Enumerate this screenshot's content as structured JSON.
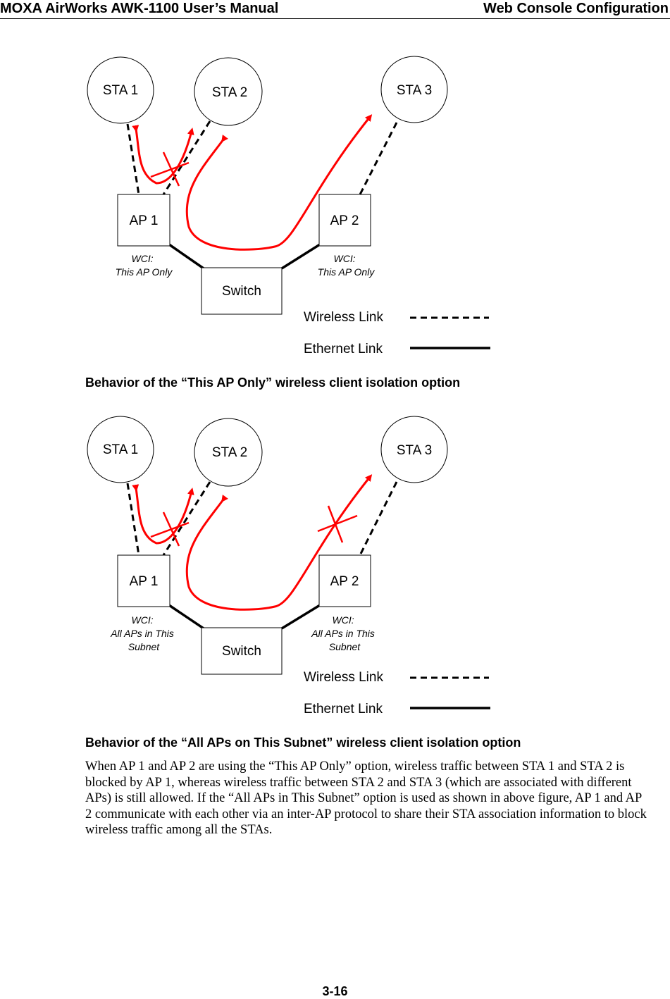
{
  "header": {
    "left": "MOXA AirWorks AWK-1100 User’s Manual",
    "right": "Web Console Configuration"
  },
  "figure1": {
    "sta1": "STA 1",
    "sta2": "STA 2",
    "sta3": "STA 3",
    "ap1": "AP 1",
    "ap2": "AP 2",
    "switch": "Switch",
    "wci_ap1": [
      "WCI:",
      "This AP Only"
    ],
    "wci_ap2": [
      "WCI:",
      "This AP Only"
    ],
    "legend_wireless": "Wireless Link",
    "legend_ethernet": "Ethernet Link",
    "caption": "Behavior of the “This AP Only” wireless client isolation option"
  },
  "figure2": {
    "sta1": "STA 1",
    "sta2": "STA 2",
    "sta3": "STA 3",
    "ap1": "AP 1",
    "ap2": "AP 2",
    "switch": "Switch",
    "wci_ap1": [
      "WCI:",
      "All APs in This",
      "Subnet"
    ],
    "wci_ap2": [
      "WCI:",
      "All APs in This",
      "Subnet"
    ],
    "legend_wireless": "Wireless Link",
    "legend_ethernet": "Ethernet Link",
    "caption": "Behavior of the “All APs on This Subnet” wireless client isolation option"
  },
  "paragraph": "When AP 1 and AP 2 are using the “This AP Only” option, wireless traffic between STA 1 and STA 2 is blocked by AP 1, whereas wireless traffic between STA 2 and STA 3 (which are associated with different APs) is still allowed. If the “All APs in This Subnet” option is used as shown in above figure, AP 1 and AP 2 communicate with each other via an inter-AP protocol to share their STA association information to block wireless traffic among all the STAs.",
  "page_number": "3-16",
  "colors": {
    "traffic": "#ff0000",
    "line": "#000000"
  }
}
